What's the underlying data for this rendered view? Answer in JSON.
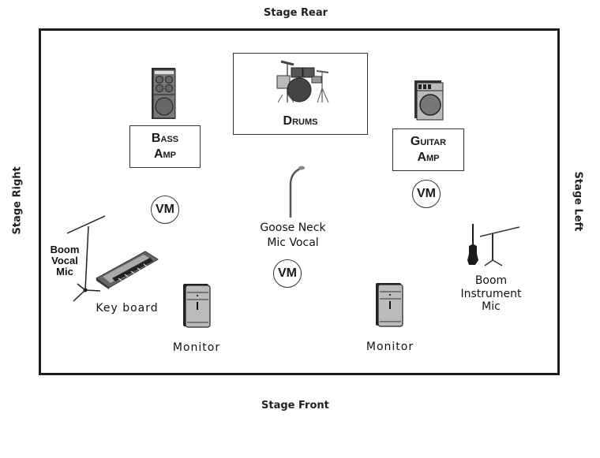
{
  "stage": {
    "rear_label": "Stage Rear",
    "front_label": "Stage Front",
    "right_label": "Stage Right",
    "left_label": "Stage Left"
  },
  "equipment": {
    "bass_amp": {
      "label_line1": "Bass",
      "label_line2": "Amp",
      "icon": "bass-amp-cabinet-icon"
    },
    "drums": {
      "label": "Drums",
      "icon": "drum-kit-icon"
    },
    "guitar_amp": {
      "label_line1": "Guitar",
      "label_line2": "Amp",
      "icon": "guitar-amp-icon"
    },
    "goose_neck_mic": {
      "label_line1": "Goose Neck",
      "label_line2": "Mic Vocal",
      "icon": "goose-neck-mic-icon"
    },
    "boom_vocal_mic": {
      "label_line1": "Boom",
      "label_line2": "Vocal",
      "label_line3": "Mic",
      "icon": "boom-mic-stand-icon"
    },
    "keyboard": {
      "label": "Key board",
      "icon": "keyboard-icon"
    },
    "boom_instrument_mic": {
      "label_line1": "Boom",
      "label_line2": "Instrument",
      "label_line3": "Mic",
      "icon": "guitar-and-mic-stand-icon"
    },
    "monitor_left": {
      "label": "Monitor",
      "icon": "monitor-speaker-icon"
    },
    "monitor_right": {
      "label": "Monitor",
      "icon": "monitor-speaker-icon"
    }
  },
  "vocal_monitors": [
    {
      "label": "VM"
    },
    {
      "label": "VM"
    },
    {
      "label": "VM"
    }
  ]
}
